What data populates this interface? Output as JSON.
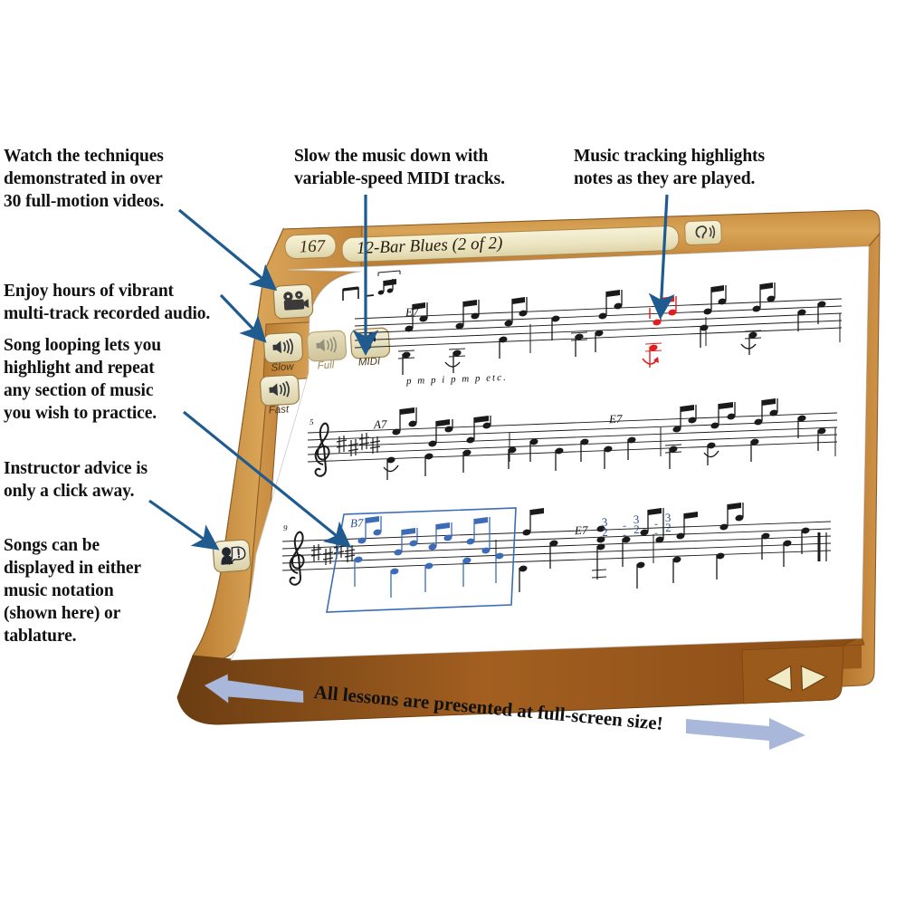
{
  "annotations": {
    "left": [
      {
        "id": "videos",
        "lines": [
          "Watch the techniques",
          "demonstrated in over",
          "30 full-motion videos."
        ]
      },
      {
        "id": "audio",
        "lines": [
          "Enjoy hours of vibrant",
          "multi-track recorded audio."
        ]
      },
      {
        "id": "looping",
        "lines": [
          "Song looping lets you",
          "highlight and repeat",
          "any section of music",
          "you wish to practice."
        ]
      },
      {
        "id": "advice",
        "lines": [
          "Instructor advice is",
          "only a click away."
        ]
      },
      {
        "id": "notation",
        "lines": [
          "Songs can be",
          "displayed in either",
          "music notation",
          "(shown here) or",
          "tablature."
        ]
      }
    ],
    "top": [
      {
        "id": "midi",
        "lines": [
          "Slow the music down with",
          "variable-speed MIDI tracks."
        ]
      },
      {
        "id": "tracking",
        "lines": [
          "Music tracking highlights",
          "notes as they are played."
        ]
      }
    ],
    "arrow_color": "#1f5b8f"
  },
  "app": {
    "titlebar": {
      "page_number": "167",
      "song_title": "12-Bar Blues (2 of 2)",
      "listen_icon": "ear-icon"
    },
    "toolbar": {
      "video_button": {
        "icon": "film-camera-icon",
        "label": ""
      },
      "speed_buttons": [
        {
          "id": "slow",
          "icon": "speaker-icon",
          "label": "Slow",
          "state": "enabled"
        },
        {
          "id": "full",
          "icon": "speaker-icon",
          "label": "Full",
          "state": "disabled"
        },
        {
          "id": "midi",
          "icon": "eighth-note-icon",
          "label": "MIDI",
          "state": "enabled"
        },
        {
          "id": "fast",
          "icon": "speaker-icon",
          "label": "Fast",
          "state": "enabled"
        }
      ],
      "advice_button": {
        "icon": "instructor-speech-bubble-icon",
        "label": ""
      }
    },
    "score": {
      "tempo_marking": "swing-eighths",
      "key_signature_sharps": 4,
      "systems": [
        {
          "measure_number": "",
          "chords": [
            "E7"
          ],
          "fingering": "p m p i p m p   etc.",
          "tracking_highlight": true,
          "highlight_color": "#e02020"
        },
        {
          "measure_number": "5",
          "chords": [
            "A7",
            "E7"
          ],
          "fingering": "",
          "tracking_highlight": false
        },
        {
          "measure_number": "9",
          "chords": [
            "B7",
            "E7"
          ],
          "fingering": "",
          "loop_selection": true,
          "loop_color": "#3b6cb5",
          "fret_numbers": [
            "3",
            "2",
            "3",
            "2",
            "3",
            "2"
          ]
        }
      ]
    },
    "footer": {
      "prev_button": "prev-triangle-icon",
      "next_button": "next-triangle-icon"
    }
  },
  "caption": {
    "text": "All lessons are presented at full-screen size!",
    "arrow_color": "#a9b8da"
  },
  "colors": {
    "wood_light": "#d39a4f",
    "wood_mid": "#c4883f",
    "wood_dark": "#9a5f22",
    "cream": "#f2edcf",
    "page_white": "#ffffff",
    "ink": "#111111"
  }
}
